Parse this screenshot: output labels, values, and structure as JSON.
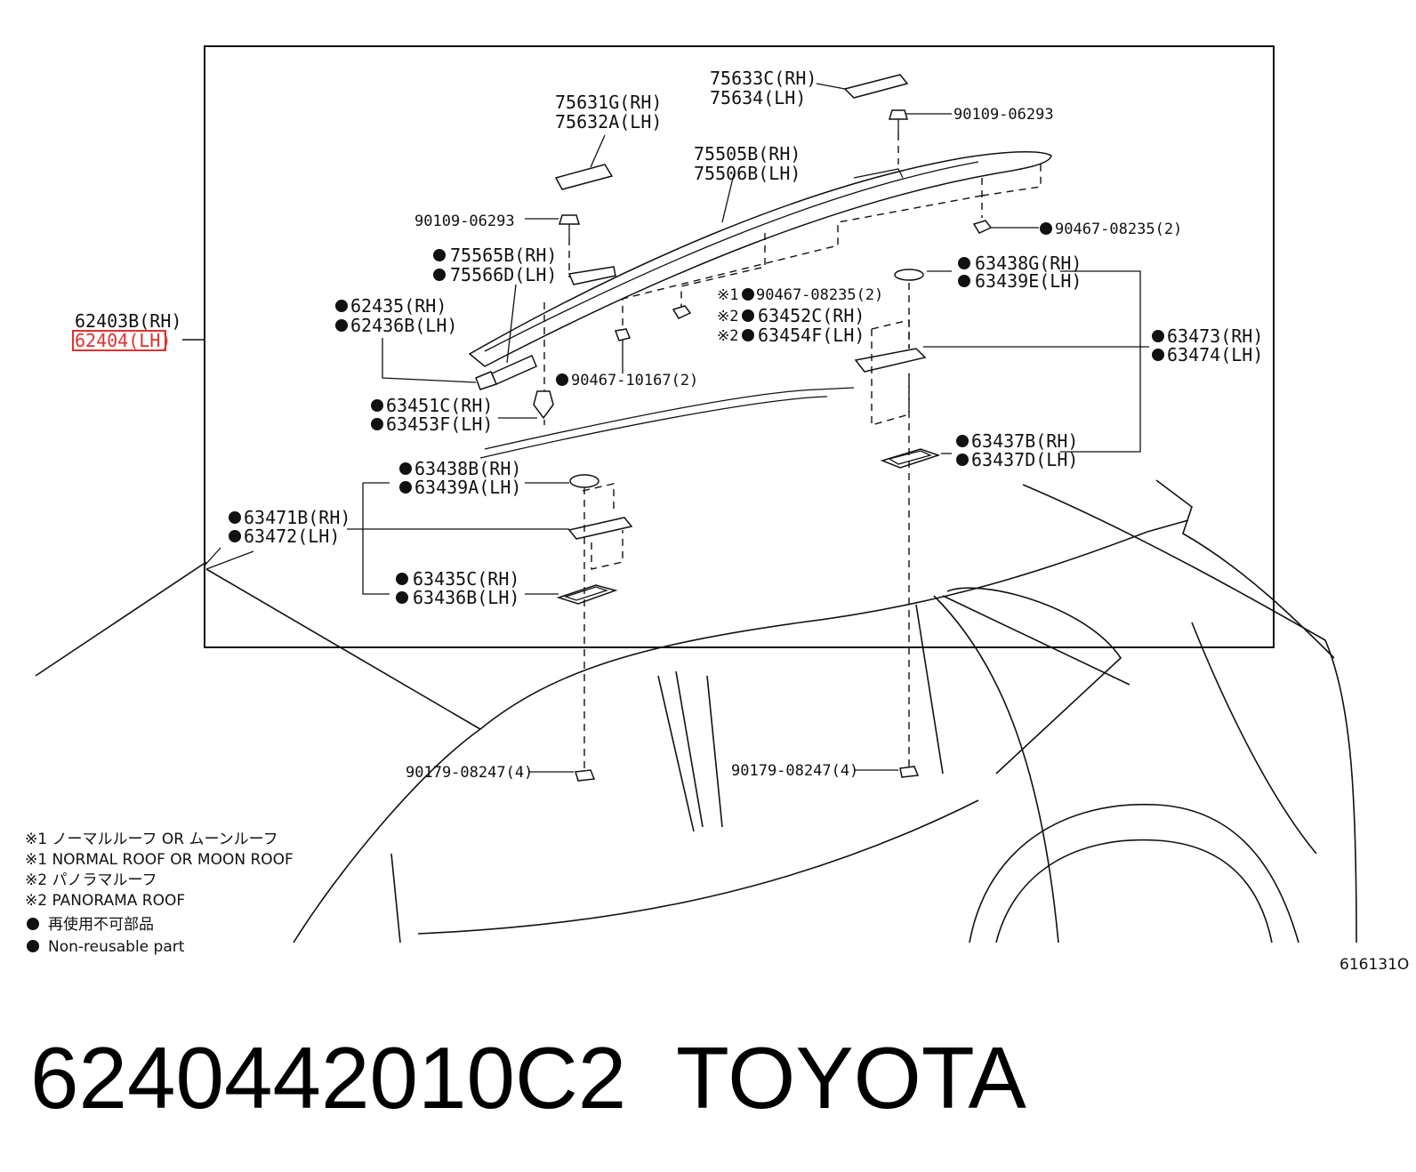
{
  "labels": {
    "assembly_rh": "62403B(RH)",
    "assembly_lh": "62404(LH)",
    "l75633c": "75633C(RH)",
    "l75634": "75634(LH)",
    "l90109_top": "90109-06293",
    "l75631g": "75631G(RH)",
    "l75632a": "75632A(LH)",
    "l75505b": "75505B(RH)",
    "l75506b": "75506B(LH)",
    "l90109_left": "90109-06293",
    "l90467_top": "90467-08235(2)",
    "l75565b": "75565B(RH)",
    "l75566d": "75566D(LH)",
    "l63438g": "63438G(RH)",
    "l63439e": "63439E(LH)",
    "mark1": "※1",
    "l90467_mid": "90467-08235(2)",
    "mark2a": "※2",
    "l63452c": "63452C(RH)",
    "mark2b": "※2",
    "l63454f": "63454F(LH)",
    "l62435": "62435(RH)",
    "l62436b": "62436B(LH)",
    "l63473": "63473(RH)",
    "l63474": "63474(LH)",
    "l90467_10167": "90467-10167(2)",
    "l63451c": "63451C(RH)",
    "l63453f": "63453F(LH)",
    "l63437b": "63437B(RH)",
    "l63437d": "63437D(LH)",
    "l63438b": "63438B(RH)",
    "l63439a": "63439A(LH)",
    "l63471b": "63471B(RH)",
    "l63472": "63472(LH)",
    "l63435c": "63435C(RH)",
    "l63436b": "63436B(LH)",
    "l90179_left": "90179-08247(4)",
    "l90179_right": "90179-08247(4)"
  },
  "legend": {
    "note1_jp": "※1 ノーマルルーフ  OR  ムーンルーフ",
    "note1_en": "※1 NORMAL ROOF OR MOON ROOF",
    "note2_jp": "※2 パノラマルーフ",
    "note2_en": "※2 PANORAMA ROOF",
    "nonreusable_jp": "再使用不可部品",
    "nonreusable_en": "Non-reusable part"
  },
  "diagram_code": "616131O",
  "footer": {
    "part_number": "6240442010C2",
    "brand": "TOYOTA"
  },
  "highlight_color": "#e0312f"
}
